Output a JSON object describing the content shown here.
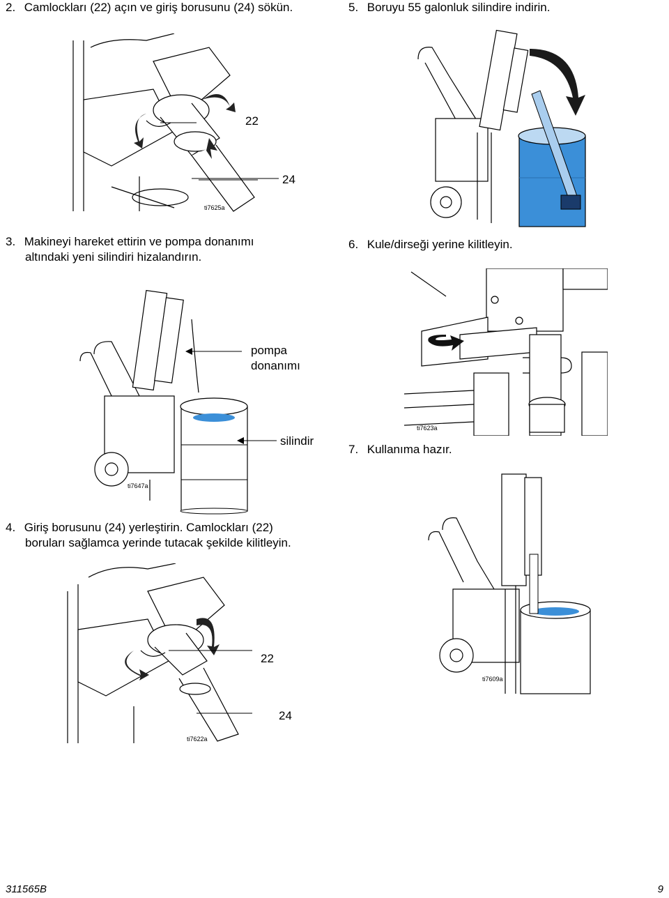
{
  "steps": {
    "s2": {
      "num": "2.",
      "text": "Camlockları (22) açın ve giriş borusunu (24) sökün."
    },
    "s3": {
      "num": "3.",
      "line1": "Makineyi hareket ettirin ve pompa donanımı",
      "line2": "altındaki yeni silindiri hizalandırın."
    },
    "s4": {
      "num": "4.",
      "line1": "Giriş borusunu (24) yerleştirin. Camlockları (22)",
      "line2": "boruları sağlamca yerinde tutacak şekilde kilitleyin."
    },
    "s5": {
      "num": "5.",
      "text": "Boruyu 55 galonluk silindire indirin."
    },
    "s6": {
      "num": "6.",
      "text": "Kule/dirseği yerine kilitleyin."
    },
    "s7": {
      "num": "7.",
      "text": "Kullanıma hazır."
    }
  },
  "figures": {
    "fig_a": {
      "id": "ti7625a",
      "callout_22": "22",
      "callout_24": "24"
    },
    "fig_b": {
      "id": "ti7647a",
      "callout_pump_1": "pompa",
      "callout_pump_2": "donanımı",
      "callout_drum": "silindir"
    },
    "fig_c": {
      "id": "ti7622a",
      "callout_22": "22",
      "callout_24": "24"
    },
    "fig_d": {
      "id": ""
    },
    "fig_e": {
      "id": "ti7623a"
    },
    "fig_f": {
      "id": "ti7609a"
    }
  },
  "footer": {
    "doc_number": "311565B",
    "page_number": "9"
  },
  "colors": {
    "water": "#3b8fd8",
    "line": "#000000",
    "arrow": "#222222"
  }
}
